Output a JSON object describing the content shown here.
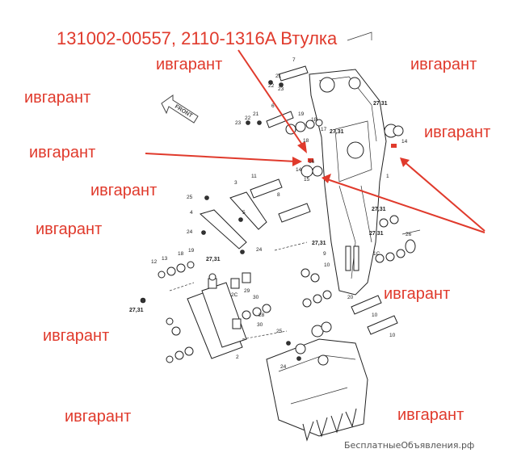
{
  "title": "131002-00557, 2110-1316A Втулка",
  "watermark_text": "ивгарант",
  "front_label": "FRONT",
  "site_credit": "БесплатныеОбъявления.рф",
  "colors": {
    "accent": "#e03a2c",
    "line": "#222222",
    "credit": "#555555"
  },
  "labels": {
    "l7": "7",
    "l21a": "21",
    "l22a": "22",
    "l23a": "23",
    "l21b": "21",
    "l22b": "22",
    "l23b": "23",
    "l6": "6",
    "l19": "19",
    "l18": "18",
    "l17": "17",
    "l2731a": "27,31",
    "l2731b": "27,31",
    "l2731c": "27,31",
    "l2731d": "27,31",
    "l2731e": "27,31",
    "l2731f": "27,31",
    "l2731g": "27,31",
    "l14a": "14",
    "l14b": "14",
    "l15": "15",
    "l16": "16",
    "l1": "1",
    "l11": "11",
    "l8": "8",
    "l3": "3",
    "l25a": "25",
    "l4": "4",
    "l5": "5",
    "l24a": "24",
    "l24b": "24",
    "l24c": "24",
    "l25b": "25",
    "l12a": "12",
    "l13a": "13",
    "l18b": "18",
    "l19b": "19",
    "l2c": "2C",
    "l9": "9",
    "l10a": "10",
    "l10b": "10",
    "l10c": "10",
    "l26": "26",
    "l29": "29",
    "l30a": "30",
    "l30b": "30",
    "l28": "28",
    "l2": "2",
    "l1c": "1C",
    "l20": "20"
  }
}
